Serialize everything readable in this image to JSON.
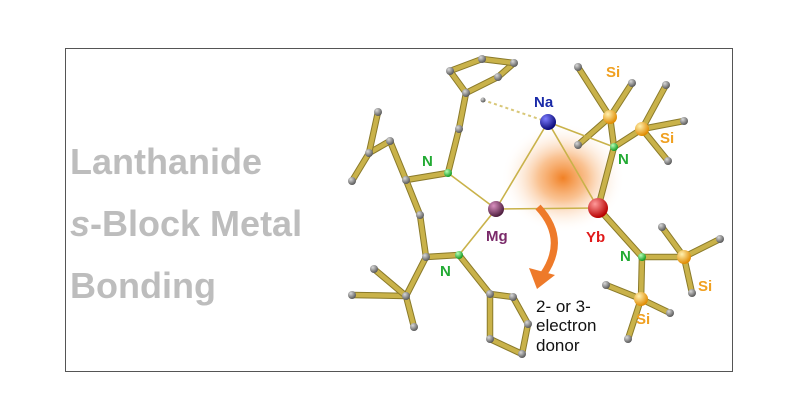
{
  "title": {
    "line1": "Lanthanide",
    "line2_italic": "s",
    "line2_rest": "-Block Metal",
    "line3": "Bonding"
  },
  "labels": {
    "na": "Na",
    "mg": "Mg",
    "yb": "Yb",
    "n_upper_left": "N",
    "n_lower_left": "N",
    "n_upper_right": "N",
    "n_lower_right": "N",
    "si_top_left": "Si",
    "si_top_right": "Si",
    "si_bottom_right": "Si",
    "si_bottom": "Si"
  },
  "annotation": {
    "line1": "2- or 3-",
    "line2": "electron",
    "line3": "donor"
  },
  "colors": {
    "title": "#bdbdbd",
    "bond": "#c9b24a",
    "carbon": "#7a7a7a",
    "nitrogen": "#22bb33",
    "silicon": "#f3a81c",
    "sodium": "#1a1aa8",
    "magnesium": "#7d3a6a",
    "ytterbium": "#e01a1a",
    "glow": "#f07a1a",
    "n_label": "#22aa33",
    "si_label": "#f0a020",
    "na_label": "#1a2aa8",
    "mg_label": "#7a2a6a",
    "yb_label": "#e01a1a"
  }
}
